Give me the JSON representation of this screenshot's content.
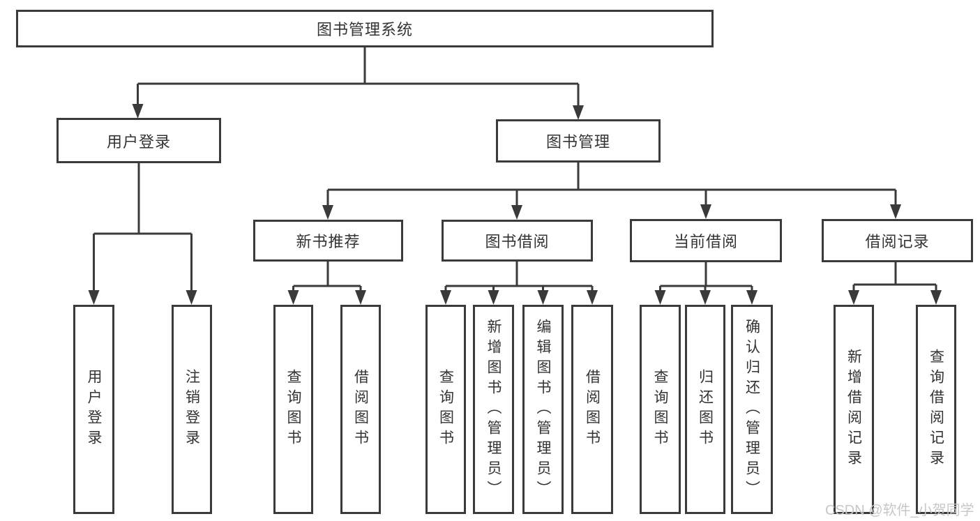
{
  "colors": {
    "line": "#3a3a3a",
    "text": "#333333",
    "background": "#ffffff",
    "watermark": "#c7c7c7"
  },
  "watermark": "CSDN @软件_小贺同学",
  "tree": {
    "root": "图书管理系统",
    "children": [
      {
        "label": "用户登录",
        "leaves": [
          "用户登录",
          "注销登录"
        ]
      },
      {
        "label": "图书管理",
        "children": [
          {
            "label": "新书推荐",
            "leaves": [
              "查询图书",
              "借阅图书"
            ]
          },
          {
            "label": "图书借阅",
            "leaves": [
              "查询图书",
              "新增图书（管理员）",
              "编辑图书（管理员）",
              "借阅图书"
            ]
          },
          {
            "label": "当前借阅",
            "leaves": [
              "查询图书",
              "归还图书",
              "确认归还（管理员）"
            ]
          },
          {
            "label": "借阅记录",
            "leaves": [
              "新增借阅记录",
              "查询借阅记录"
            ]
          }
        ]
      }
    ]
  }
}
